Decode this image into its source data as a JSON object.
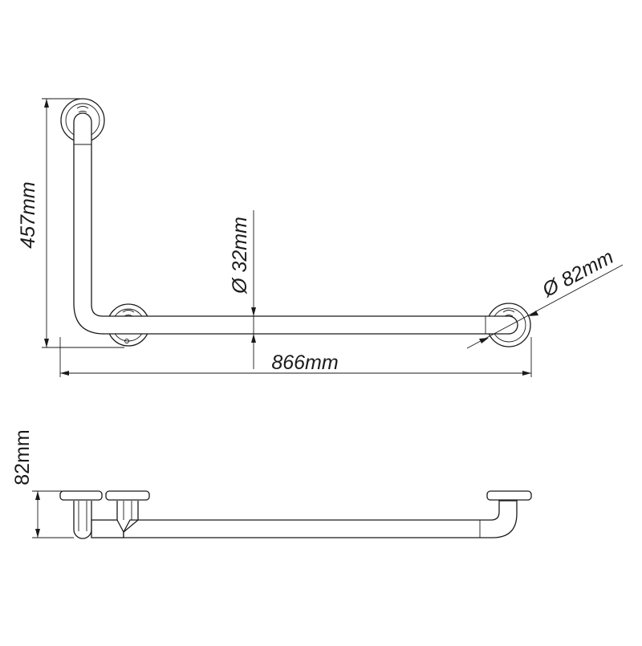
{
  "dimensions": {
    "height": "457mm",
    "tube_diameter": "Ø 32mm",
    "flange_diameter": "Ø 82mm",
    "length": "866mm",
    "projection": "82mm"
  }
}
